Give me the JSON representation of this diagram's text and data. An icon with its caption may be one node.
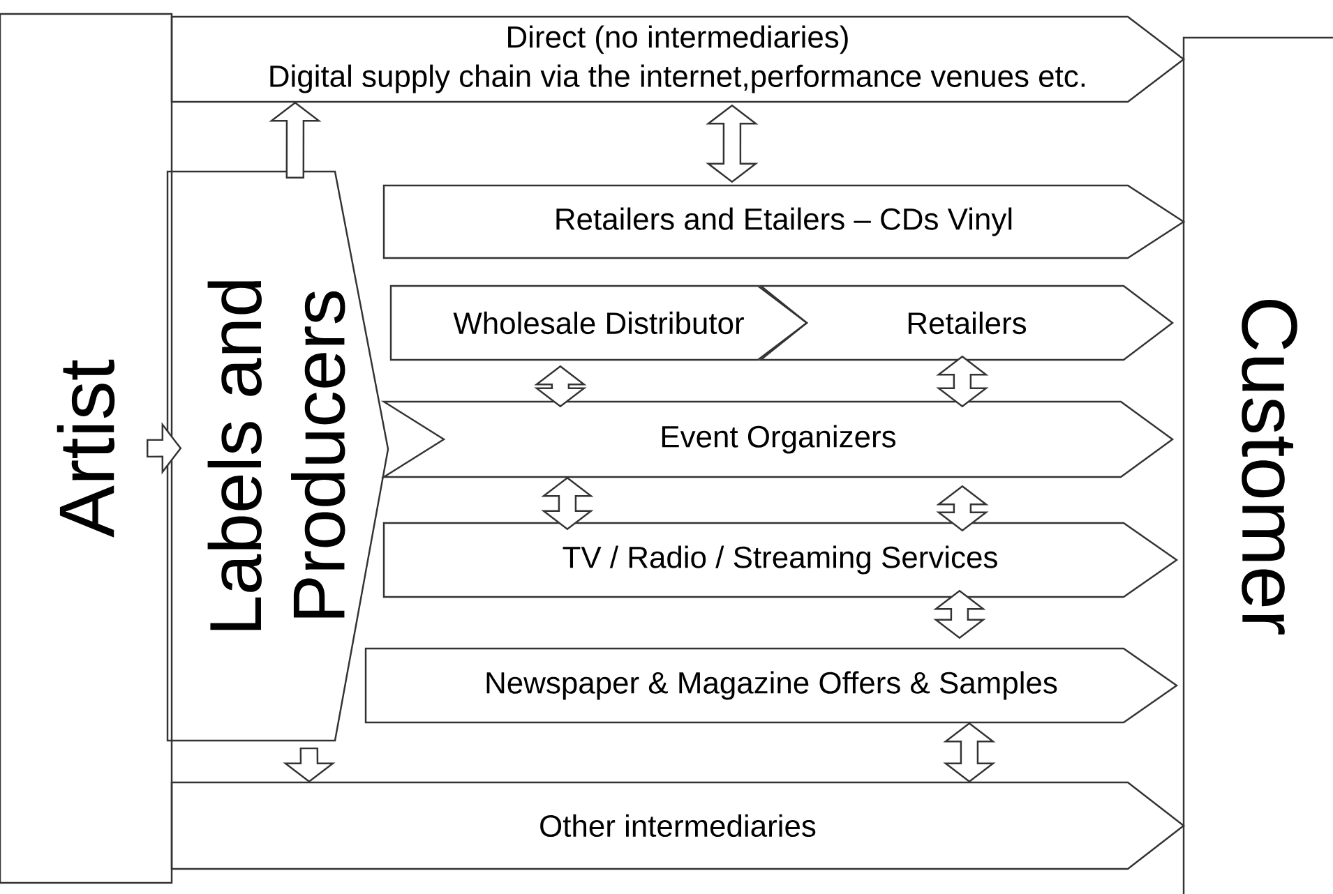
{
  "diagram": {
    "nodes": [
      {
        "text": [
          "Artist"
        ]
      },
      {
        "text": [
          "Direct (no intermediaries)",
          "Digital supply chain via the internet,performance venues etc."
        ]
      },
      {
        "text": [
          "Labels and Producers"
        ]
      },
      {
        "text": [
          "Retailers and Etailers – CDs Vinyl"
        ]
      },
      {
        "text": [
          "Wholesale Distributor"
        ]
      },
      {
        "text": [
          "Retailers"
        ]
      },
      {
        "text": [
          "Event Organizers"
        ]
      },
      {
        "text": [
          "TV / Radio / Streaming Services"
        ]
      },
      {
        "text": [
          "Newspaper & Magazine Offers & Samples"
        ]
      },
      {
        "text": [
          "Other intermediaries"
        ]
      },
      {
        "text": [
          "Customer"
        ]
      }
    ],
    "edges": [
      {
        "from": 0,
        "to": 2,
        "arrow": "to"
      },
      {
        "from": 2,
        "to": 1,
        "arrow": "to"
      },
      {
        "from": 2,
        "to": 9,
        "arrow": "to"
      },
      {
        "from": 1,
        "to": 3,
        "arrow": "both"
      },
      {
        "from": 4,
        "to": 6,
        "arrow": "both"
      },
      {
        "from": 5,
        "to": 6,
        "arrow": "both"
      },
      {
        "from": 6,
        "to": 7,
        "arrow": "both"
      },
      {
        "from": 6,
        "to": 7,
        "arrow": "both"
      },
      {
        "from": 7,
        "to": 8,
        "arrow": "both"
      },
      {
        "from": 8,
        "to": 9,
        "arrow": "both"
      }
    ]
  }
}
